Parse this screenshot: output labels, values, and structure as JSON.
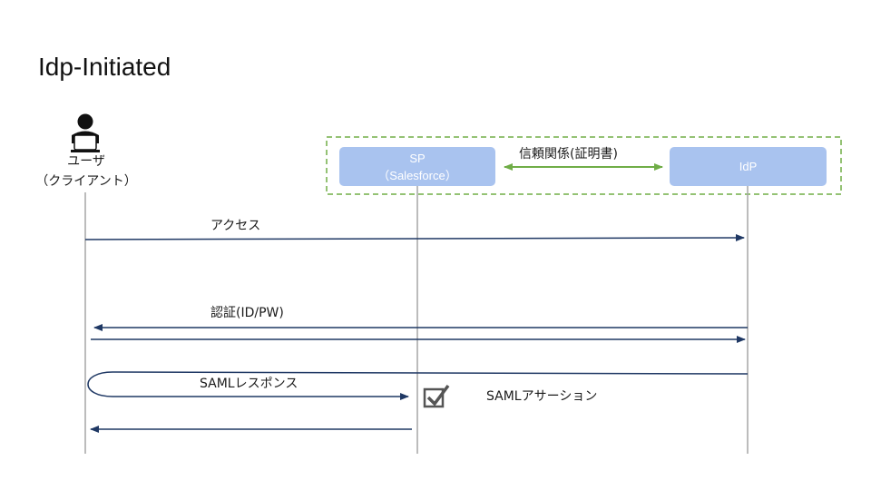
{
  "title": "Idp-Initiated",
  "participants": {
    "user": {
      "line1": "ユーザ",
      "line2": "（クライアント）"
    },
    "sp": {
      "line1": "SP",
      "line2": "（Salesforce）"
    },
    "idp": {
      "line1": "IdP"
    }
  },
  "trust": {
    "label": "信頼関係(証明書)"
  },
  "messages": {
    "access": "アクセス",
    "auth": "認証(ID/PW)",
    "saml_response": "SAMLレスポンス",
    "saml_assertion": "SAMLアサーション"
  },
  "colors": {
    "arrow": "#1f3864",
    "box_fill": "#a9c3ef",
    "trust_border": "#70ad47",
    "lifeline": "#a6a6a6"
  },
  "icons": [
    "user-icon",
    "checkbox-icon"
  ]
}
